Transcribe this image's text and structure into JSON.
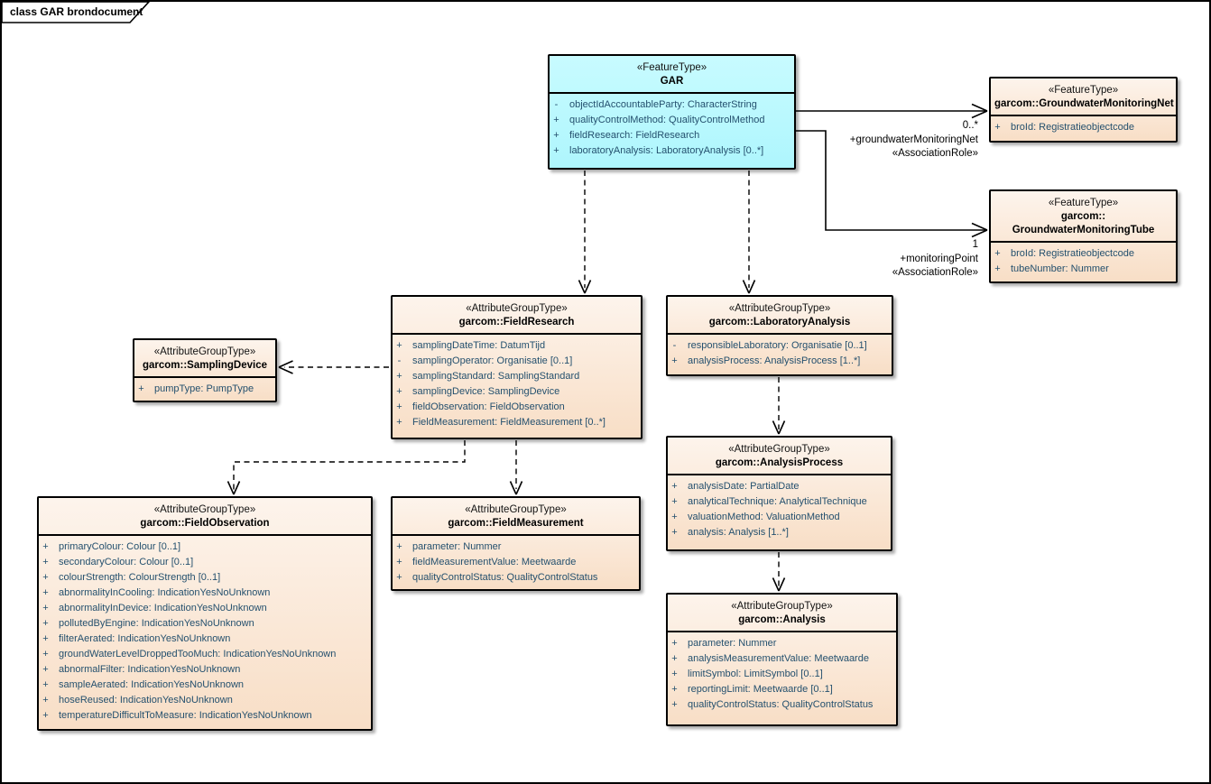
{
  "frame": {
    "title": "class GAR brondocument"
  },
  "colors": {
    "feature_type_fill": "#b4f8fe",
    "attribute_group_fill": "#f8dec6",
    "attribute_text": "#24506e",
    "border": "#000000"
  },
  "classes": {
    "gar": {
      "stereotype": "«FeatureType»",
      "name": "GAR",
      "attributes": [
        {
          "vis": "-",
          "text": "objectIdAccountableParty: CharacterString"
        },
        {
          "vis": "+",
          "text": "qualityControlMethod: QualityControlMethod"
        },
        {
          "vis": "+",
          "text": "fieldResearch: FieldResearch"
        },
        {
          "vis": "+",
          "text": "laboratoryAnalysis: LaboratoryAnalysis [0..*]"
        }
      ]
    },
    "groundwaterMonitoringNet": {
      "stereotype": "«FeatureType»",
      "name": "garcom::GroundwaterMonitoringNet",
      "attributes": [
        {
          "vis": "+",
          "text": "broId: Registratieobjectcode"
        }
      ]
    },
    "groundwaterMonitoringTube": {
      "stereotype": "«FeatureType»",
      "name": "garcom::\nGroundwaterMonitoringTube",
      "attributes": [
        {
          "vis": "+",
          "text": "broId: Registratieobjectcode"
        },
        {
          "vis": "+",
          "text": "tubeNumber: Nummer"
        }
      ]
    },
    "fieldResearch": {
      "stereotype": "«AttributeGroupType»",
      "name": "garcom::FieldResearch",
      "attributes": [
        {
          "vis": "+",
          "text": "samplingDateTime: DatumTijd"
        },
        {
          "vis": "-",
          "text": "samplingOperator: Organisatie [0..1]"
        },
        {
          "vis": "+",
          "text": "samplingStandard: SamplingStandard"
        },
        {
          "vis": "+",
          "text": "samplingDevice: SamplingDevice"
        },
        {
          "vis": "+",
          "text": "fieldObservation: FieldObservation"
        },
        {
          "vis": "+",
          "text": "FieldMeasurement: FieldMeasurement [0..*]"
        }
      ]
    },
    "laboratoryAnalysis": {
      "stereotype": "«AttributeGroupType»",
      "name": "garcom::LaboratoryAnalysis",
      "attributes": [
        {
          "vis": "-",
          "text": "responsibleLaboratory: Organisatie [0..1]"
        },
        {
          "vis": "+",
          "text": "analysisProcess: AnalysisProcess [1..*]"
        }
      ]
    },
    "samplingDevice": {
      "stereotype": "«AttributeGroupType»",
      "name": "garcom::SamplingDevice",
      "attributes": [
        {
          "vis": "+",
          "text": "pumpType: PumpType"
        }
      ]
    },
    "fieldObservation": {
      "stereotype": "«AttributeGroupType»",
      "name": "garcom::FieldObservation",
      "attributes": [
        {
          "vis": "+",
          "text": "primaryColour: Colour [0..1]"
        },
        {
          "vis": "+",
          "text": "secondaryColour: Colour [0..1]"
        },
        {
          "vis": "+",
          "text": "colourStrength: ColourStrength [0..1]"
        },
        {
          "vis": "+",
          "text": "abnormalityInCooling: IndicationYesNoUnknown"
        },
        {
          "vis": "+",
          "text": "abnormalityInDevice: IndicationYesNoUnknown"
        },
        {
          "vis": "+",
          "text": "pollutedByEngine: IndicationYesNoUnknown"
        },
        {
          "vis": "+",
          "text": "filterAerated: IndicationYesNoUnknown"
        },
        {
          "vis": "+",
          "text": "groundWaterLevelDroppedTooMuch: IndicationYesNoUnknown"
        },
        {
          "vis": "+",
          "text": "abnormalFilter: IndicationYesNoUnknown"
        },
        {
          "vis": "+",
          "text": "sampleAerated: IndicationYesNoUnknown"
        },
        {
          "vis": "+",
          "text": "hoseReused: IndicationYesNoUnknown"
        },
        {
          "vis": "+",
          "text": "temperatureDifficultToMeasure: IndicationYesNoUnknown"
        }
      ]
    },
    "fieldMeasurement": {
      "stereotype": "«AttributeGroupType»",
      "name": "garcom::FieldMeasurement",
      "attributes": [
        {
          "vis": "+",
          "text": "parameter: Nummer"
        },
        {
          "vis": "+",
          "text": "fieldMeasurementValue: Meetwaarde"
        },
        {
          "vis": "+",
          "text": "qualityControlStatus: QualityControlStatus"
        }
      ]
    },
    "analysisProcess": {
      "stereotype": "«AttributeGroupType»",
      "name": "garcom::AnalysisProcess",
      "attributes": [
        {
          "vis": "+",
          "text": "analysisDate: PartialDate"
        },
        {
          "vis": "+",
          "text": "analyticalTechnique: AnalyticalTechnique"
        },
        {
          "vis": "+",
          "text": "valuationMethod: ValuationMethod"
        },
        {
          "vis": "+",
          "text": "analysis: Analysis [1..*]"
        }
      ]
    },
    "analysis": {
      "stereotype": "«AttributeGroupType»",
      "name": "garcom::Analysis",
      "attributes": [
        {
          "vis": "+",
          "text": "parameter: Nummer"
        },
        {
          "vis": "+",
          "text": "analysisMeasurementValue: Meetwaarde"
        },
        {
          "vis": "+",
          "text": "limitSymbol: LimitSymbol [0..1]"
        },
        {
          "vis": "+",
          "text": "reportingLimit: Meetwaarde [0..1]"
        },
        {
          "vis": "+",
          "text": "qualityControlStatus: QualityControlStatus"
        }
      ]
    }
  },
  "associations": {
    "net": {
      "multiplicity": "0..*",
      "role": "+groundwaterMonitoringNet",
      "stereotype": "«AssociationRole»"
    },
    "tube": {
      "multiplicity": "1",
      "role": "+monitoringPoint",
      "stereotype": "«AssociationRole»"
    }
  }
}
